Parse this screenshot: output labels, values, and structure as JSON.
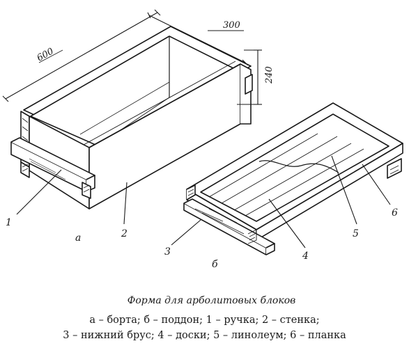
{
  "dimensions": {
    "length": "600",
    "width": "300",
    "height": "240"
  },
  "letters": {
    "a": "а",
    "b": "б"
  },
  "callouts": [
    "1",
    "2",
    "3",
    "4",
    "5",
    "6"
  ],
  "caption": {
    "title": "Форма для арболитовых блоков",
    "line1": "а – борта; б – поддон; 1 – ручка; 2 – стенка;",
    "line2": "3 – нижний брус; 4 – доски; 5 – линолеум; 6 – планка"
  }
}
